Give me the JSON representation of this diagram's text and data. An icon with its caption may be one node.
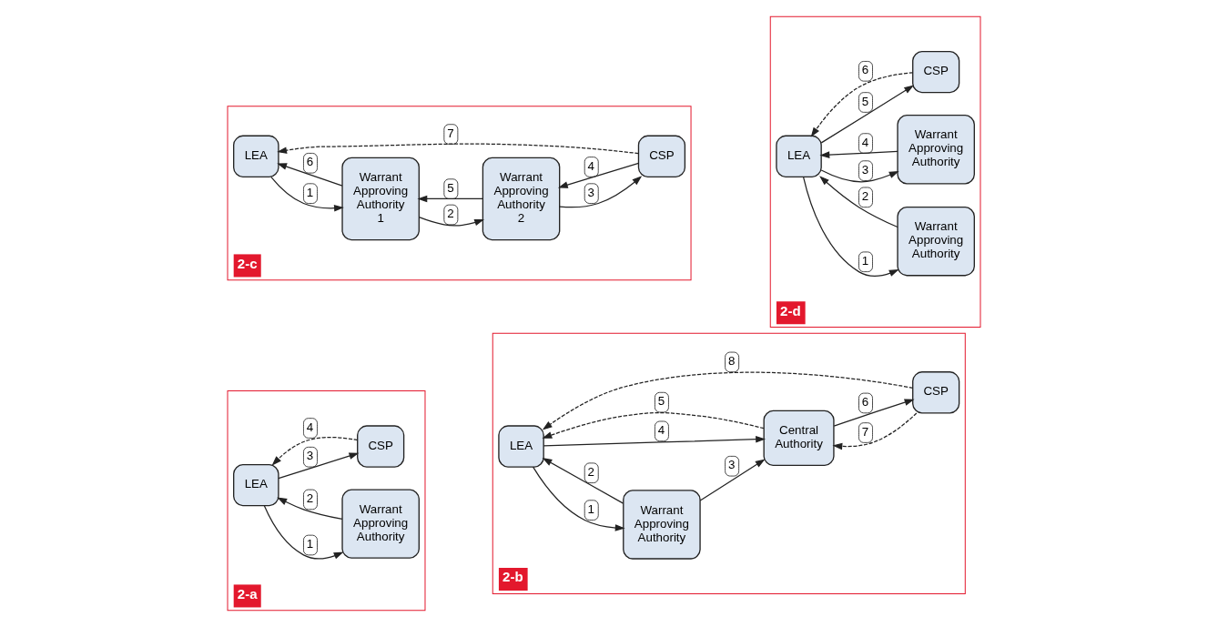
{
  "diagram": {
    "nodes": [
      {
        "text": [
          "2-a"
        ]
      },
      {
        "text": [
          "LEA"
        ],
        "in": 0
      },
      {
        "text": [
          "Warrant Approving Authority"
        ],
        "in": 0
      },
      {
        "text": [
          "CSP"
        ],
        "in": 0
      },
      {
        "text": [
          "2-b"
        ]
      },
      {
        "text": [
          "LEA"
        ],
        "in": 4
      },
      {
        "text": [
          "Warrant Approving Authority"
        ],
        "in": 4
      },
      {
        "text": [
          "Central Authority"
        ],
        "in": 4
      },
      {
        "text": [
          "CSP"
        ],
        "in": 4
      },
      {
        "text": [
          "2-c"
        ]
      },
      {
        "text": [
          "LEA"
        ],
        "in": 9
      },
      {
        "text": [
          "Warrant Approving Authority 1"
        ],
        "in": 9
      },
      {
        "text": [
          "Warrant Approving Authority 2"
        ],
        "in": 9
      },
      {
        "text": [
          "CSP"
        ],
        "in": 9
      },
      {
        "text": [
          "2-d"
        ]
      },
      {
        "text": [
          "LEA"
        ],
        "in": 14
      },
      {
        "text": [
          "Warrant Approving Authority"
        ],
        "in": 14
      },
      {
        "text": [
          "Warrant Approving Authority"
        ],
        "in": 14
      },
      {
        "text": [
          "CSP"
        ],
        "in": 14
      }
    ],
    "edges": [
      {
        "from": 1,
        "to": 2,
        "arrow": "to",
        "label": "1"
      },
      {
        "from": 2,
        "to": 1,
        "arrow": "to",
        "label": "2"
      },
      {
        "from": 1,
        "to": 3,
        "arrow": "to",
        "label": "3"
      },
      {
        "from": 3,
        "to": 1,
        "arrow": "to",
        "label": "4",
        "style": "dashed"
      },
      {
        "from": 5,
        "to": 6,
        "arrow": "to",
        "label": "1"
      },
      {
        "from": 6,
        "to": 5,
        "arrow": "to",
        "label": "2"
      },
      {
        "from": 6,
        "to": 7,
        "arrow": "to",
        "label": "3"
      },
      {
        "from": 5,
        "to": 7,
        "arrow": "to",
        "label": "4"
      },
      {
        "from": 7,
        "to": 5,
        "arrow": "to",
        "label": "5",
        "style": "dashed"
      },
      {
        "from": 7,
        "to": 8,
        "arrow": "to",
        "label": "6"
      },
      {
        "from": 8,
        "to": 7,
        "arrow": "to",
        "label": "7",
        "style": "dashed"
      },
      {
        "from": 8,
        "to": 5,
        "arrow": "to",
        "label": "8",
        "style": "dashed"
      },
      {
        "from": 10,
        "to": 11,
        "arrow": "to",
        "label": "1"
      },
      {
        "from": 11,
        "to": 12,
        "arrow": "to",
        "label": "2"
      },
      {
        "from": 12,
        "to": 13,
        "arrow": "to",
        "label": "3"
      },
      {
        "from": 13,
        "to": 12,
        "arrow": "to",
        "label": "4"
      },
      {
        "from": 12,
        "to": 11,
        "arrow": "to",
        "label": "5"
      },
      {
        "from": 11,
        "to": 10,
        "arrow": "to",
        "label": "6"
      },
      {
        "from": 13,
        "to": 10,
        "arrow": "to",
        "label": "7",
        "style": "dashed"
      },
      {
        "from": 15,
        "to": 16,
        "arrow": "to",
        "label": "1"
      },
      {
        "from": 16,
        "to": 15,
        "arrow": "to",
        "label": "2"
      },
      {
        "from": 15,
        "to": 17,
        "arrow": "to",
        "label": "3"
      },
      {
        "from": 17,
        "to": 15,
        "arrow": "to",
        "label": "4"
      },
      {
        "from": 15,
        "to": 18,
        "arrow": "to",
        "label": "5"
      },
      {
        "from": 18,
        "to": 15,
        "arrow": "to",
        "label": "6",
        "style": "dashed"
      }
    ]
  }
}
